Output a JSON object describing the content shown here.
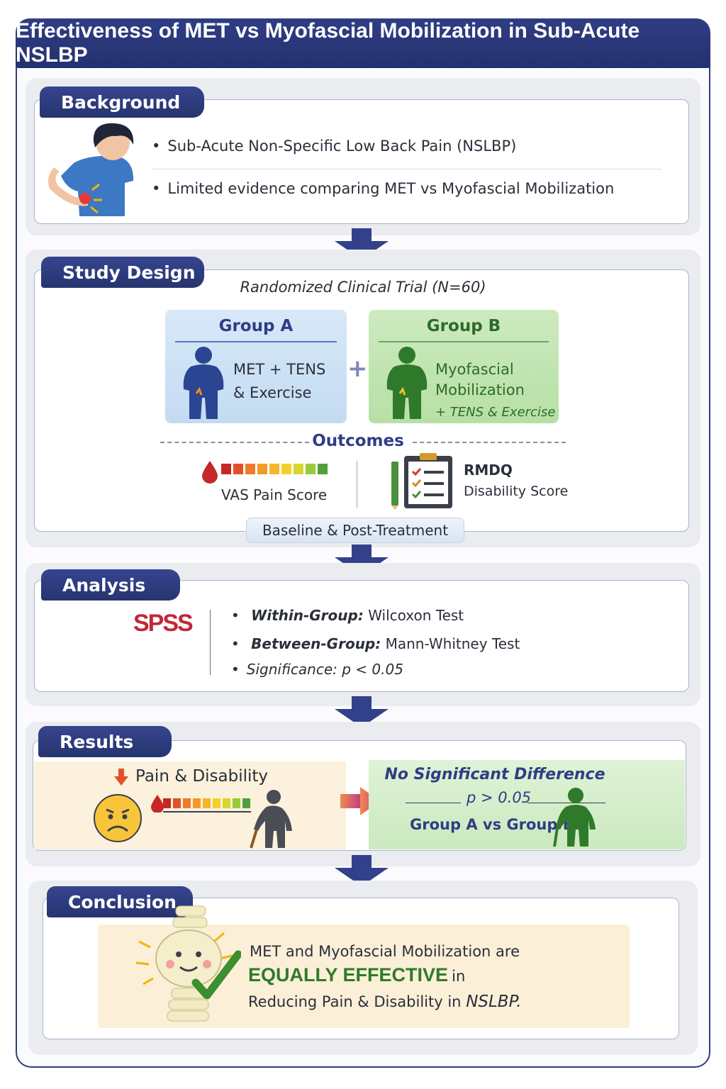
{
  "title": "Effectiveness of MET vs Myofascial Mobilization in Sub-Acute NSLBP",
  "background": {
    "heading": "Background",
    "bullets": [
      "Sub-Acute Non-Specific Low Back Pain (NSLBP)",
      "Limited evidence comparing MET vs Myofascial Mobilization"
    ]
  },
  "study_design": {
    "heading": "Study Design",
    "trial": "Randomized Clinical Trial (N=60)",
    "group_a": {
      "title": "Group A",
      "line1": "MET + TENS",
      "line2": "& Exercise"
    },
    "plus": "+",
    "group_b": {
      "title": "Group B",
      "line1": "Myofascial",
      "line2": "Mobilization",
      "line3": "+ TENS & Exercise"
    },
    "outcomes_label": "Outcomes",
    "vas": "VAS Pain Score",
    "rmdq_title": "RMDQ",
    "rmdq_sub": "Disability Score",
    "timing": "Baseline & Post-Treatment"
  },
  "analysis": {
    "heading": "Analysis",
    "logo": "SPSS",
    "within_label": "Within-Group:",
    "within_value": "Wilcoxon Test",
    "between_label": "Between-Group:",
    "between_value": "Mann-Whitney Test",
    "significance": "Significance: p < 0.05"
  },
  "results": {
    "heading": "Results",
    "left_text": "Pain & Disability",
    "right_title": "No Significant Difference",
    "p_value": "p > 0.05",
    "comparison": "Group A vs Group B"
  },
  "conclusion": {
    "heading": "Conclusion",
    "line1": "MET and Myofascial Mobilization are",
    "emphasis": "EQUALLY EFFECTIVE",
    "in_word": "in",
    "line3_start": "Reducing Pain & Disability in",
    "line3_end": "NSLBP."
  },
  "colors": {
    "navy": "#2f3d85",
    "group_a_bg": "#cfe3f6",
    "group_b_bg": "#bfe5b1",
    "green_text": "#2f7a2a",
    "results_left_bg": "#fbf1dc",
    "results_right_bg": "#d9f0d1"
  },
  "scale_colors": [
    "#c62828",
    "#e0512b",
    "#ee7a2c",
    "#f39a2b",
    "#f6b52b",
    "#f4cf2b",
    "#d6d62f",
    "#9cc93a",
    "#4fa03d"
  ]
}
